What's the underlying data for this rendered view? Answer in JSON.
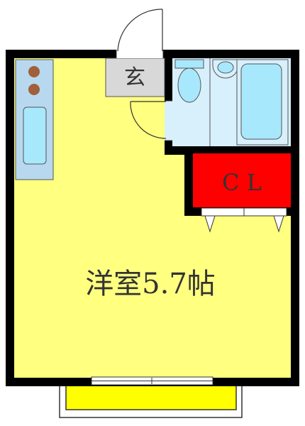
{
  "floorplan": {
    "rooms": {
      "entrance": {
        "label": "玄"
      },
      "closet": {
        "label": "C L"
      },
      "western_room": {
        "label": "洋室5.7帖"
      }
    },
    "colors": {
      "wall": "#000000",
      "room_fill": "#ffff80",
      "kitchen_fill": "#b8d8f0",
      "bath_fill": "#d8f0fc",
      "fixture_fill": "#a8e8fc",
      "closet_fill": "#ff0000",
      "entrance_fill": "#d8d8d8",
      "balcony_fill": "#ffff00",
      "burner_fill": "#a0603a"
    }
  }
}
